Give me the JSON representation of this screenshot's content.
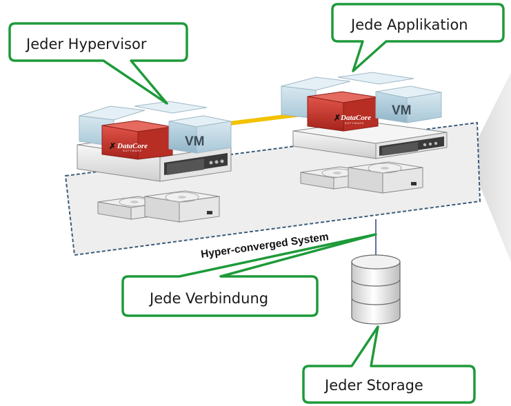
{
  "callouts": {
    "hypervisor": "Jeder Hypervisor",
    "application": "Jede Applikation",
    "connection": "Jede Verbindung",
    "storage": "Jeder Storage"
  },
  "system_label": "Hyper-converged System",
  "node_left": {
    "vm_label": "VM",
    "logo_text": "DataCore",
    "logo_subtext": "SOFTWARE"
  },
  "node_right": {
    "vm_label": "VM",
    "logo_text": "DataCore",
    "logo_subtext": "SOFTWARE"
  },
  "colors": {
    "callout_border": "#1e9a3a",
    "link": "#f2c200",
    "datacore_red": "#c9342a",
    "vm_blue": "#bcd6e3",
    "dashed_border": "#3b5b78"
  },
  "icons": [
    "server-icon",
    "disk-drive-icon",
    "database-icon",
    "arrow-icon"
  ]
}
